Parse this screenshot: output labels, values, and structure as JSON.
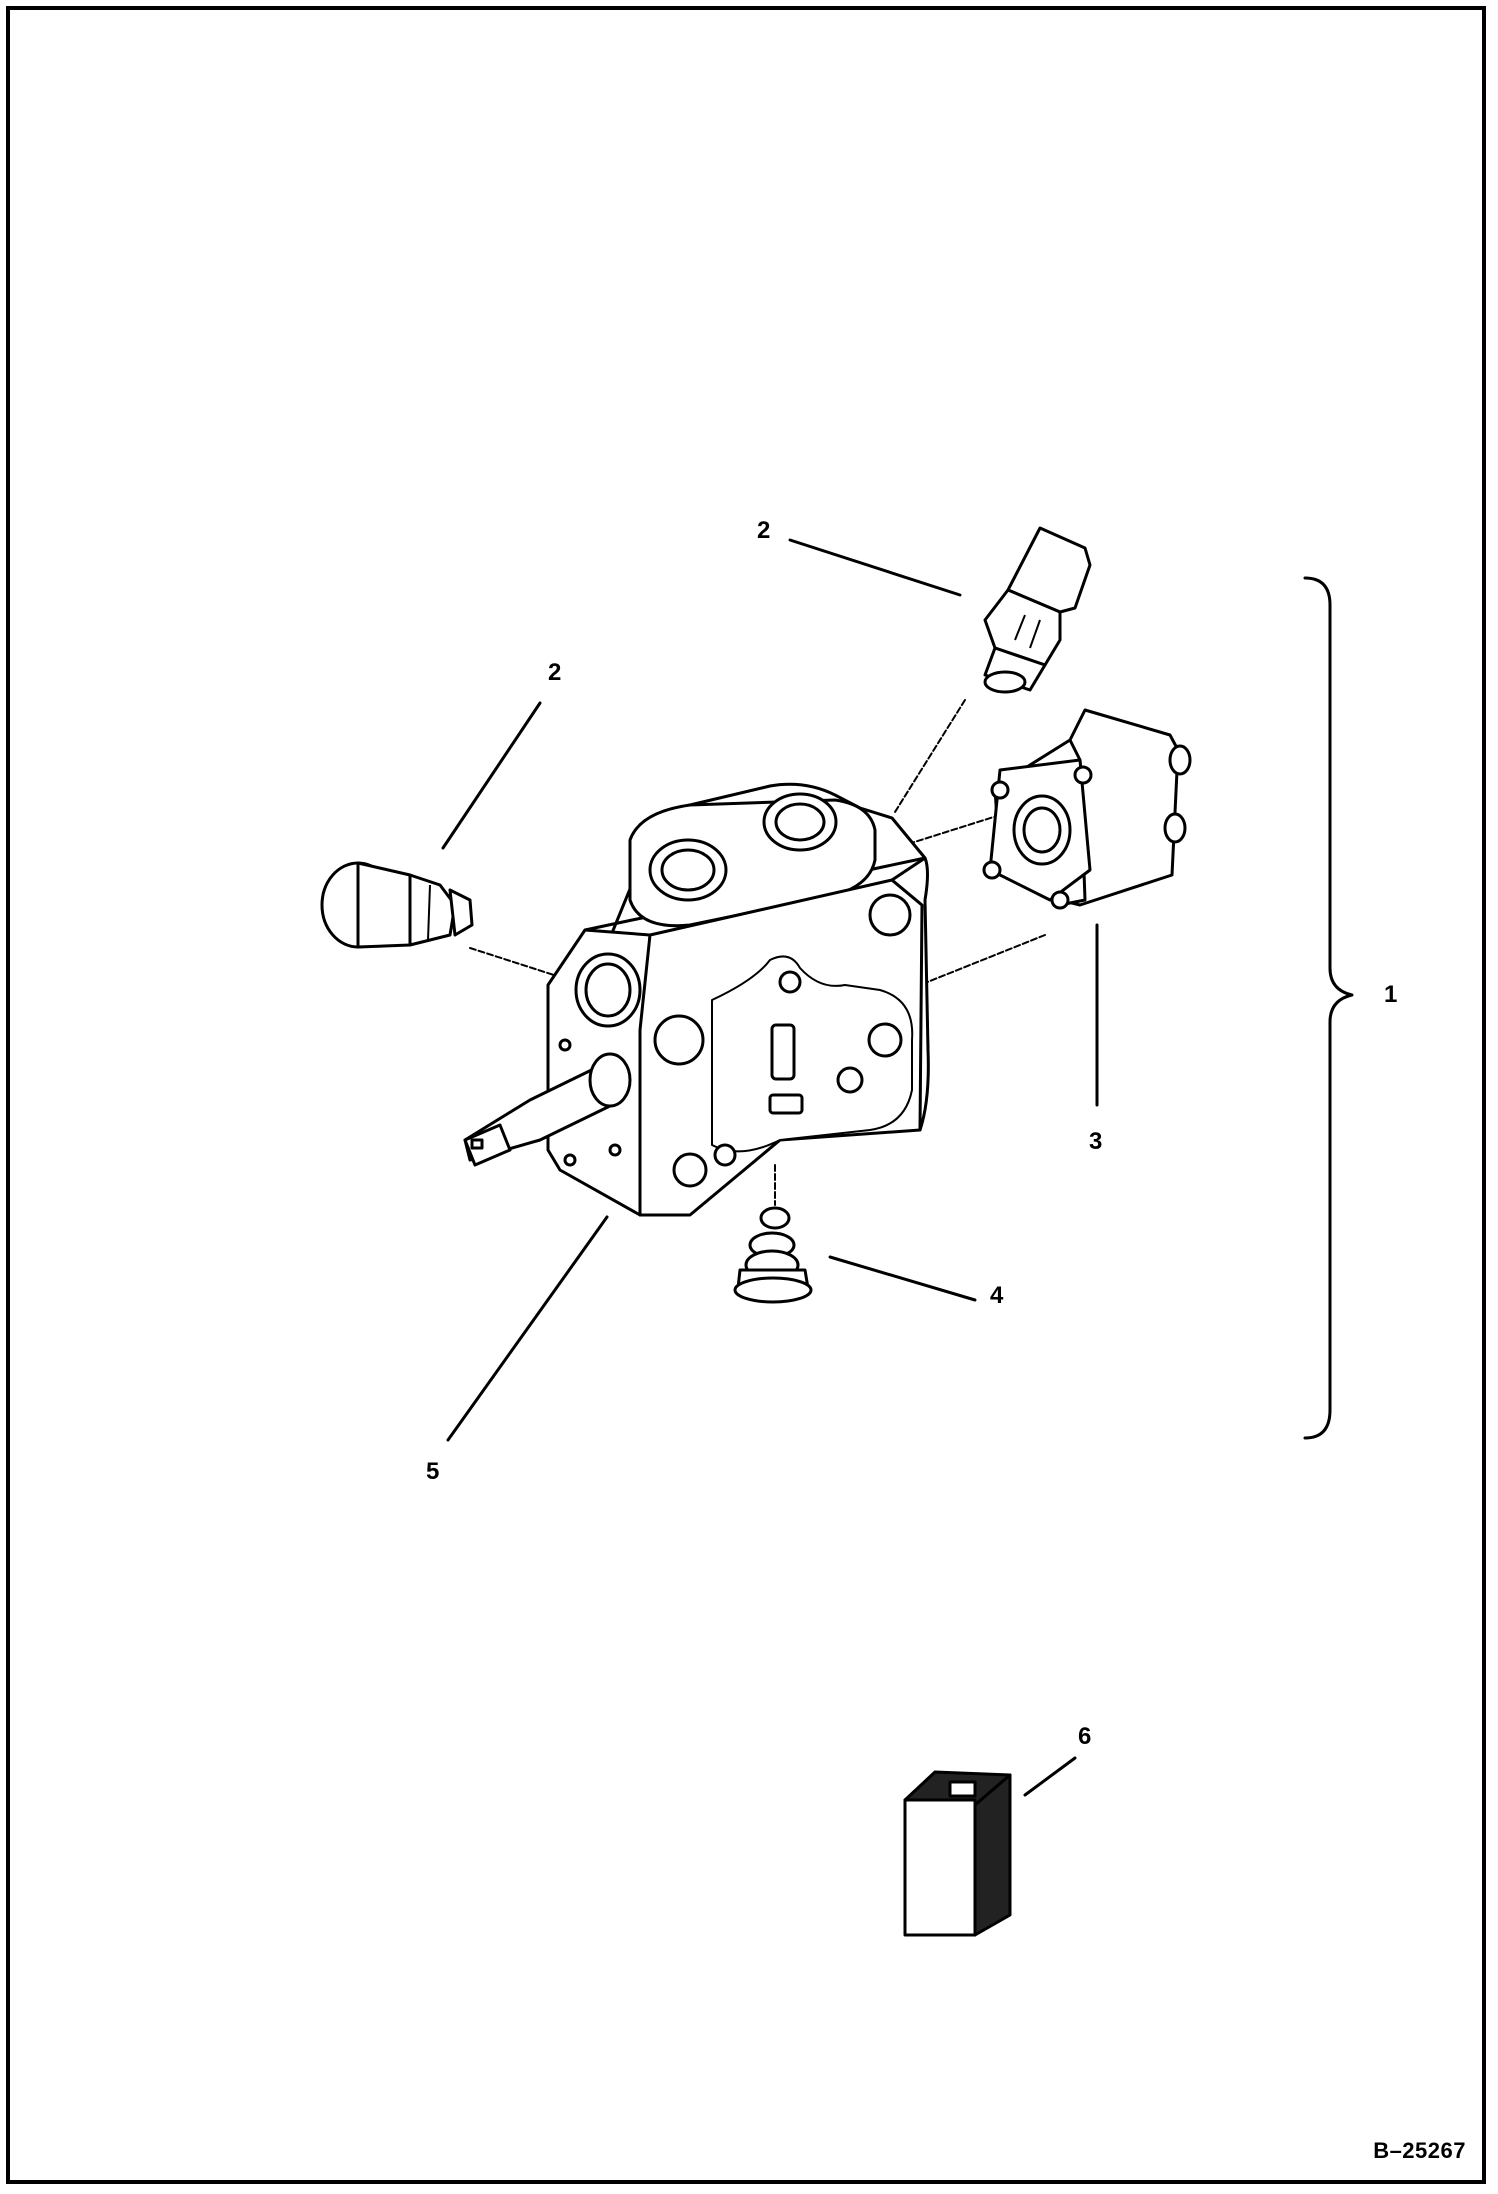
{
  "callouts": {
    "c1": "1",
    "c2_top": "2",
    "c2_left": "2",
    "c3": "3",
    "c4": "4",
    "c5": "5",
    "c6": "6"
  },
  "figure_id": "B–25267",
  "parts": {
    "valve_section": "valve-section-icon",
    "relief_valve_top": "relief-valve-icon",
    "relief_valve_left": "relief-valve-icon",
    "end_cap": "spring-cap-icon",
    "plug": "plug-icon",
    "seal_kit": "seal-kit-icon"
  }
}
